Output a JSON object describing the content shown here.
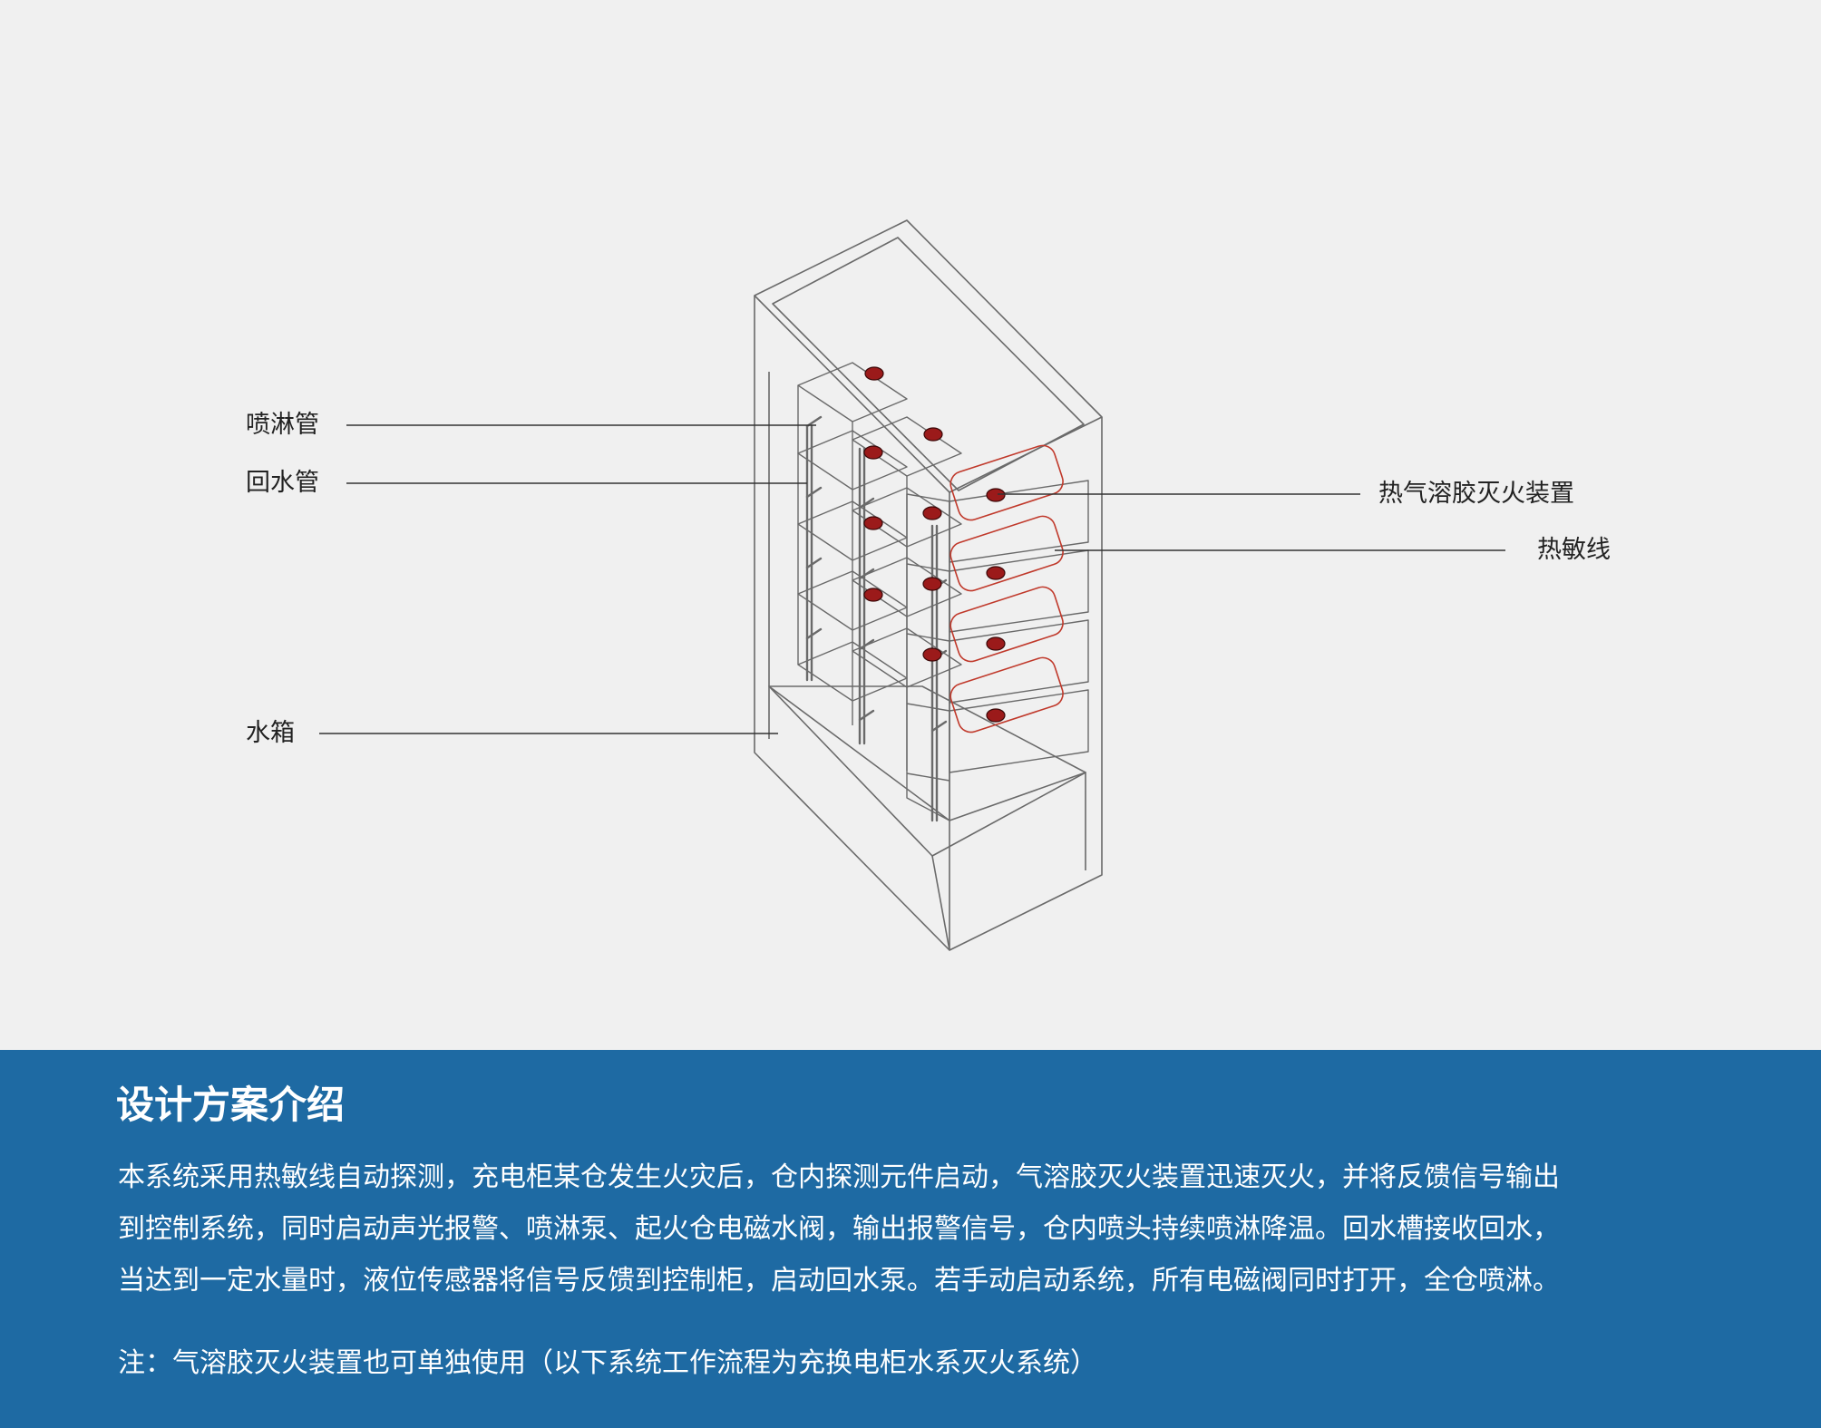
{
  "diagram": {
    "labels": {
      "spray_pipe": "喷淋管",
      "return_pipe": "回水管",
      "water_tank": "水箱",
      "aerosol_device": "热气溶胶灭火装置",
      "thermal_line": "热敏线"
    },
    "colors": {
      "outline": "#6a6a6a",
      "sensor": "#9b1a1a",
      "thermal_line": "#c0392b",
      "leader": "#333333"
    }
  },
  "info": {
    "title": "设计方案介绍",
    "body_lines": [
      "本系统采用热敏线自动探测，充电柜某仓发生火灾后，仓内探测元件启动，气溶胶灭火装置迅速灭火，并将反馈信号输出",
      "到控制系统，同时启动声光报警、喷淋泵、起火仓电磁水阀，输出报警信号，仓内喷头持续喷淋降温。回水槽接收回水，",
      "当达到一定水量时，液位传感器将信号反馈到控制柜，启动回水泵。若手动启动系统，所有电磁阀同时打开，全仓喷淋。"
    ],
    "note": "注：气溶胶灭火装置也可单独使用（以下系统工作流程为充换电柜水系灭火系统）"
  }
}
